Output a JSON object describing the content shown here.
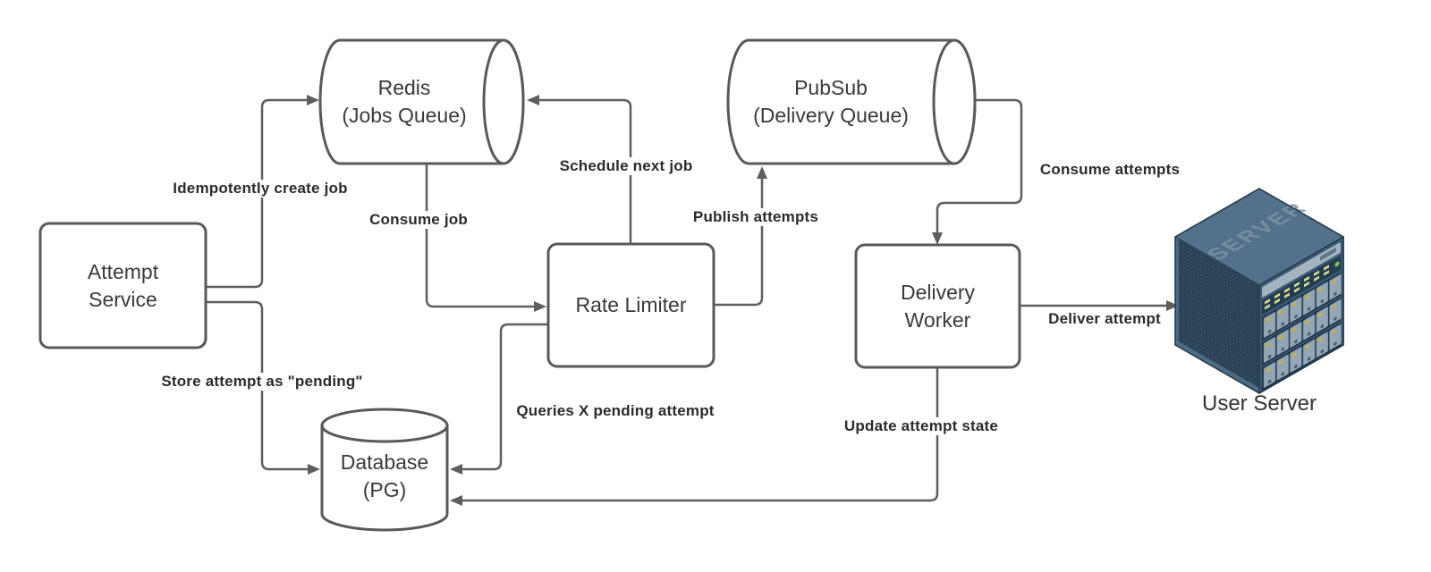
{
  "colors": {
    "canvas": "#ffffff",
    "edge_stroke": "#5e5e5e",
    "node_border": "#595959",
    "node_text": "#3a3a3a",
    "edge_label_text": "#2b2b2b",
    "server_top_face": "#54718b",
    "server_left_face": "#2a4254",
    "server_right_face": "#3b5972"
  },
  "nodes": {
    "attempt_service": {
      "type": "process",
      "line1": "Attempt",
      "line2": "Service"
    },
    "redis": {
      "type": "queue",
      "line1": "Redis",
      "line2": "(Jobs Queue)"
    },
    "pubsub": {
      "type": "queue",
      "line1": "PubSub",
      "line2": "(Delivery Queue)"
    },
    "rate_limiter": {
      "type": "process",
      "line1": "Rate Limiter"
    },
    "delivery_worker": {
      "type": "process",
      "line1": "Delivery",
      "line2": "Worker"
    },
    "database": {
      "type": "database",
      "line1": "Database",
      "line2": "(PG)"
    },
    "user_server": {
      "type": "server",
      "label": "User Server",
      "emboss": "SERVER"
    }
  },
  "edges": [
    {
      "id": "idempotently-create-job",
      "label": "Idempotently create job",
      "from": "attempt_service",
      "to": "redis"
    },
    {
      "id": "store-attempt-pending",
      "label": "Store attempt as \"pending\"",
      "from": "attempt_service",
      "to": "database"
    },
    {
      "id": "consume-job",
      "label": "Consume job",
      "from": "redis",
      "to": "rate_limiter"
    },
    {
      "id": "schedule-next-job",
      "label": "Schedule next job",
      "from": "rate_limiter",
      "to": "redis"
    },
    {
      "id": "publish-attempts",
      "label": "Publish attempts",
      "from": "rate_limiter",
      "to": "pubsub"
    },
    {
      "id": "consume-attempts",
      "label": "Consume attempts",
      "from": "pubsub",
      "to": "delivery_worker"
    },
    {
      "id": "deliver-attempt",
      "label": "Deliver attempt",
      "from": "delivery_worker",
      "to": "user_server"
    },
    {
      "id": "update-attempt-state",
      "label": "Update attempt state",
      "from": "delivery_worker",
      "to": "database"
    },
    {
      "id": "queries-pending-attempt",
      "label": "Queries X pending attempt",
      "from": "rate_limiter",
      "to": "database"
    }
  ]
}
